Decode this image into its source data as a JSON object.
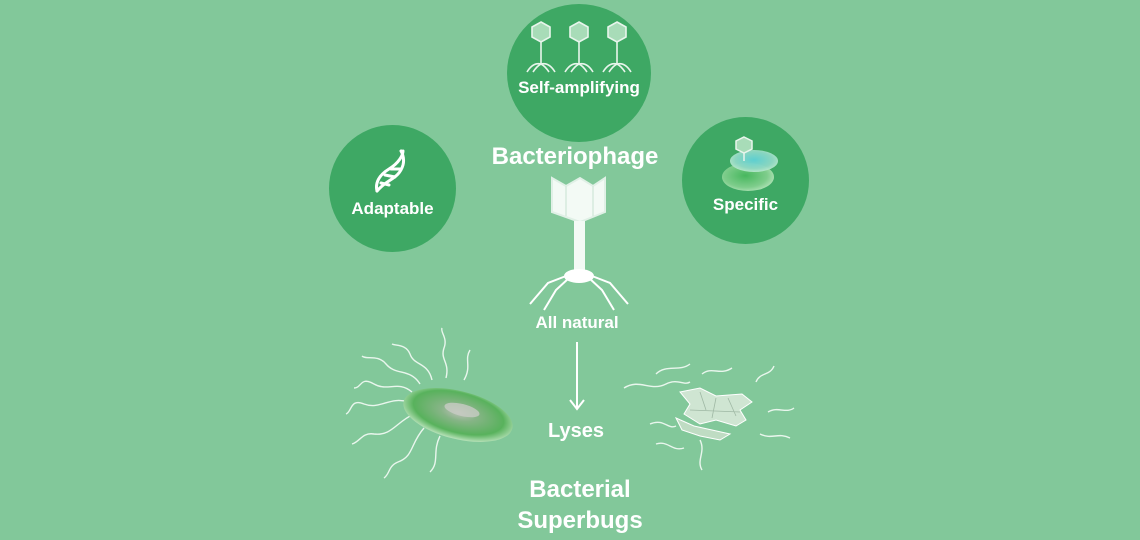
{
  "features": {
    "self_amplifying": "Self-amplifying",
    "adaptable": "Adaptable",
    "specific": "Specific",
    "all_natural": "All natural"
  },
  "center": {
    "title": "Bacteriophage"
  },
  "process": {
    "action": "Lyses"
  },
  "target": {
    "line1": "Bacterial",
    "line2": "Superbugs"
  },
  "colors": {
    "background": "#82c89a",
    "badge": "#3ea864",
    "text": "#ffffff"
  }
}
